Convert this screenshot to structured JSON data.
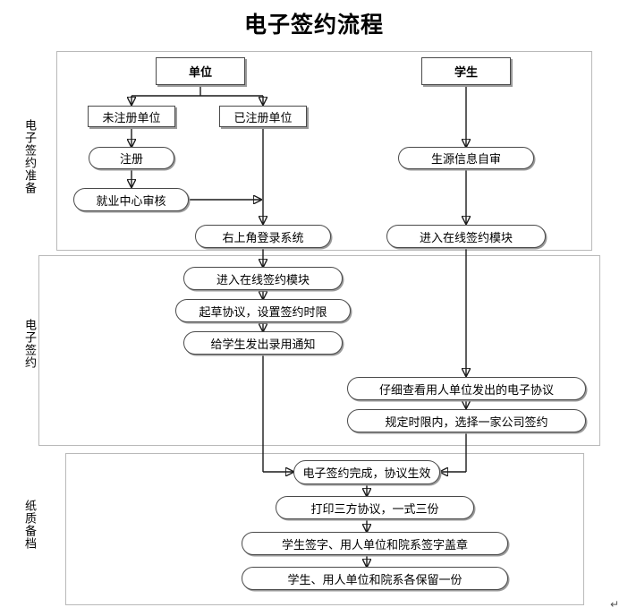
{
  "page": {
    "title": "电子签约流程",
    "end_mark": "↵"
  },
  "sections": [
    {
      "id": "prep",
      "label": "电子签约准备"
    },
    {
      "id": "sign",
      "label": "电子签约"
    },
    {
      "id": "paper",
      "label": "纸质备档"
    }
  ],
  "nodes": {
    "unit": {
      "label": "单位",
      "shape": "rect"
    },
    "student": {
      "label": "学生",
      "shape": "rect"
    },
    "unregistered_unit": {
      "label": "未注册单位",
      "shape": "rect"
    },
    "registered_unit": {
      "label": "已注册单位",
      "shape": "rect"
    },
    "register": {
      "label": "注册",
      "shape": "pill"
    },
    "career_center": {
      "label": "就业中心审核",
      "shape": "pill"
    },
    "login_system": {
      "label": "右上角登录系统",
      "shape": "pill"
    },
    "student_selfcheck": {
      "label": "生源信息自审",
      "shape": "pill"
    },
    "student_enter": {
      "label": "进入在线签约模块",
      "shape": "pill"
    },
    "unit_enter": {
      "label": "进入在线签约模块",
      "shape": "pill"
    },
    "draft": {
      "label": "起草协议，设置签约时限",
      "shape": "pill"
    },
    "offer": {
      "label": "给学生发出录用通知",
      "shape": "pill"
    },
    "review_agreement": {
      "label": "仔细查看用人单位发出的电子协议",
      "shape": "pill"
    },
    "choose_company": {
      "label": "规定时限内，选择一家公司签约",
      "shape": "pill"
    },
    "esign_done": {
      "label": "电子签约完成，协议生效",
      "shape": "pill"
    },
    "print": {
      "label": "打印三方协议，一式三份",
      "shape": "pill"
    },
    "sign_seal": {
      "label": "学生签字、用人单位和院系签字盖章",
      "shape": "pill"
    },
    "keep_copy": {
      "label": "学生、用人单位和院系各保留一份",
      "shape": "pill"
    }
  },
  "colors": {
    "border": "#4a4a4a",
    "shadow": "#9a9a9a",
    "frame": "#b9b9b9",
    "line": "#1a1a1a",
    "text": "#000000"
  }
}
